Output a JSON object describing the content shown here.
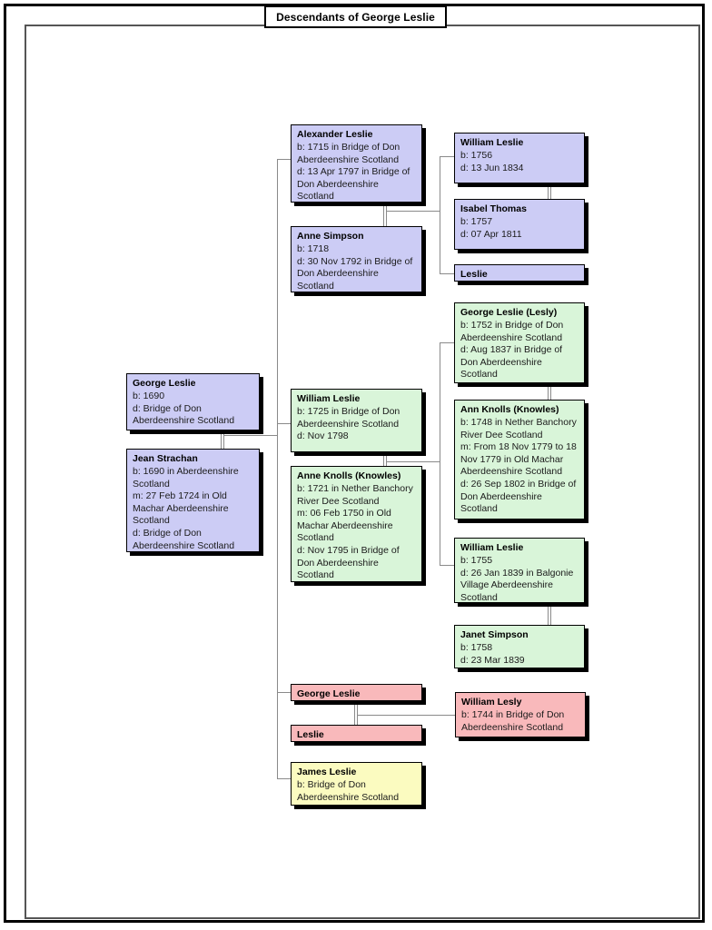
{
  "chart": {
    "title": "Descendants of George Leslie",
    "type": "genealogy-descendant-tree",
    "colors": {
      "purple": "#ccccf5",
      "green": "#d9f5d9",
      "pink": "#f9b9bb",
      "yellow": "#fbfbc0",
      "border": "#000000",
      "connector": "#8a8a8a",
      "frame_outer": "#000000",
      "frame_inner": "#555555",
      "background": "#ffffff"
    }
  },
  "people": {
    "george_leslie_root": {
      "name": "George Leslie",
      "facts": [
        "b: 1690",
        "d: Bridge of Don Aberdeenshire Scotland"
      ],
      "color": "purple"
    },
    "jean_strachan": {
      "name": "Jean Strachan",
      "facts": [
        "b: 1690 in Aberdeenshire Scotland",
        "m: 27 Feb 1724 in Old Machar Aberdeenshire Scotland",
        "d: Bridge of Don Aberdeenshire Scotland"
      ],
      "color": "purple"
    },
    "alexander_leslie": {
      "name": "Alexander Leslie",
      "facts": [
        "b: 1715 in Bridge of Don Aberdeenshire Scotland",
        "d: 13 Apr 1797 in Bridge of Don Aberdeenshire Scotland"
      ],
      "color": "purple"
    },
    "anne_simpson": {
      "name": "Anne Simpson",
      "facts": [
        "b: 1718",
        "d: 30 Nov 1792 in Bridge of Don Aberdeenshire Scotland"
      ],
      "color": "purple"
    },
    "william_leslie_1756": {
      "name": "William Leslie",
      "facts": [
        "b: 1756",
        "d: 13 Jun 1834"
      ],
      "color": "purple"
    },
    "isabel_thomas": {
      "name": "Isabel Thomas",
      "facts": [
        "b: 1757",
        "d: 07 Apr 1811"
      ],
      "color": "purple"
    },
    "leslie_purple": {
      "name": "Leslie",
      "facts": [],
      "color": "purple"
    },
    "william_leslie_1725": {
      "name": "William Leslie",
      "facts": [
        "b: 1725 in Bridge of Don Aberdeenshire Scotland",
        "d: Nov 1798"
      ],
      "color": "green"
    },
    "anne_knolls": {
      "name": "Anne Knolls (Knowles)",
      "facts": [
        "b: 1721 in Nether Banchory River Dee Scotland",
        "m: 06 Feb 1750 in Old Machar Aberdeenshire Scotland",
        "d: Nov 1795 in Bridge of Don Aberdeenshire Scotland"
      ],
      "color": "green"
    },
    "george_leslie_lesly": {
      "name": "George Leslie (Lesly)",
      "facts": [
        "b: 1752 in Bridge of Don Aberdeenshire Scotland",
        "d: Aug 1837 in Bridge of Don Aberdeenshire Scotland"
      ],
      "color": "green"
    },
    "ann_knolls": {
      "name": "Ann Knolls (Knowles)",
      "facts": [
        "b: 1748 in Nether Banchory River Dee Scotland",
        "m: From 18 Nov 1779 to 18 Nov 1779 in Old Machar Aberdeenshire Scotland",
        "d: 26 Sep 1802 in Bridge of Don Aberdeenshire Scotland"
      ],
      "color": "green"
    },
    "william_leslie_1755": {
      "name": "William Leslie",
      "facts": [
        "b: 1755",
        "d: 26 Jan 1839 in Balgonie Village Aberdeenshire Scotland"
      ],
      "color": "green"
    },
    "janet_simpson": {
      "name": "Janet Simpson",
      "facts": [
        "b: 1758",
        "d: 23 Mar 1839"
      ],
      "color": "green"
    },
    "george_leslie_pink": {
      "name": "George Leslie",
      "facts": [],
      "color": "pink"
    },
    "leslie_pink": {
      "name": "Leslie",
      "facts": [],
      "color": "pink"
    },
    "william_lesly": {
      "name": "William Lesly",
      "facts": [
        "b: 1744 in Bridge of Don Aberdeenshire Scotland"
      ],
      "color": "pink"
    },
    "james_leslie": {
      "name": "James Leslie",
      "facts": [
        "b: Bridge of Don Aberdeenshire Scotland"
      ],
      "color": "yellow"
    }
  }
}
